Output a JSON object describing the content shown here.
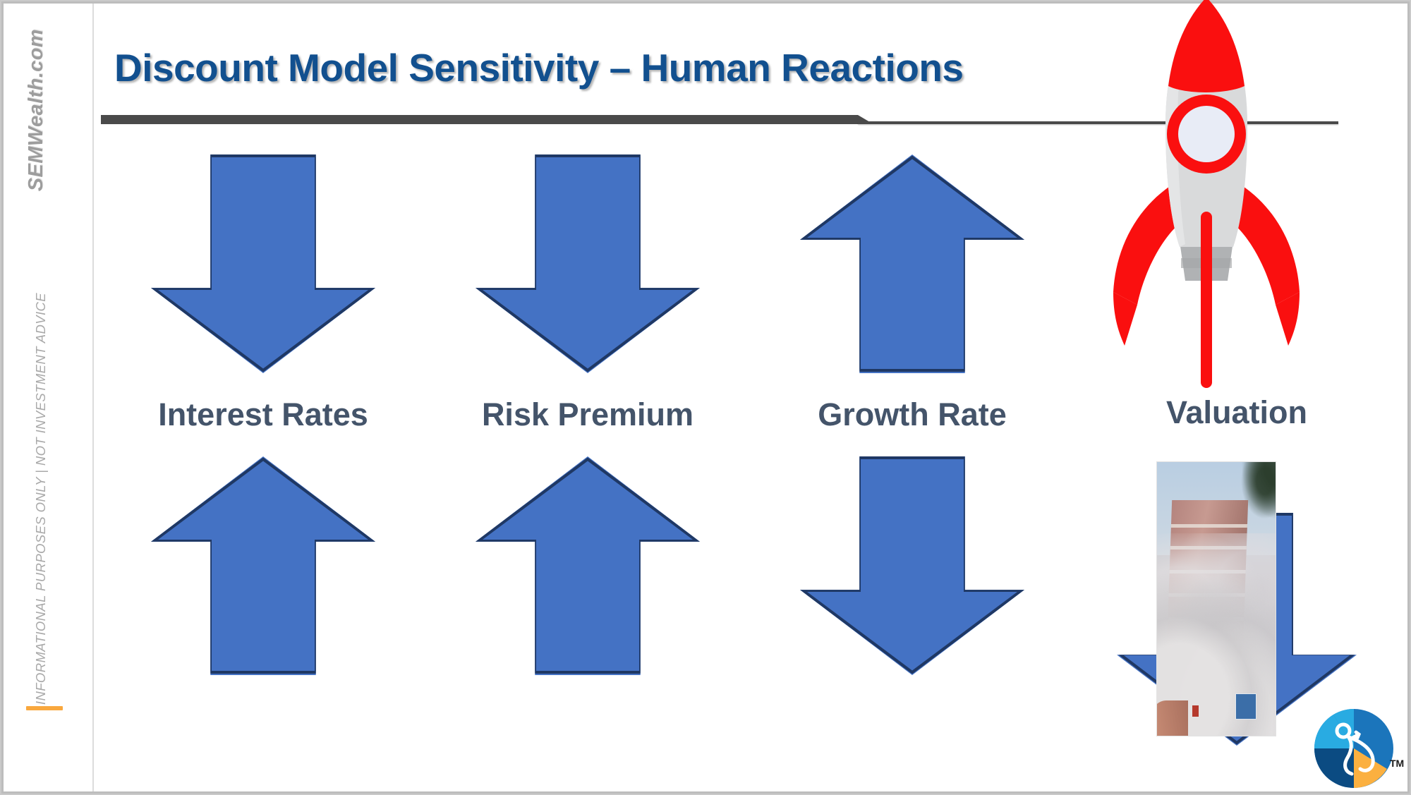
{
  "slide": {
    "title": "Discount Model Sensitivity – Human Reactions",
    "brand": "SEMWealth.com",
    "disclaimer": "INFORMATIONAL PURPOSES ONLY | NOT INVESTMENT ADVICE",
    "trademark": "TM"
  },
  "colors": {
    "title": "#12508f",
    "arrow_fill": "#4472c4",
    "arrow_outline": "#1f3864",
    "label": "#44546a",
    "divider": "#4a4a4a",
    "rail_text": "#a6a6a6",
    "accent_dash": "#f9a83e",
    "rocket_red": "#fa0f0f",
    "rocket_body": "#d9dadb",
    "rocket_window": "#e8ecf6",
    "rocket_nozzle": "#b0b2b4",
    "logo_light_blue": "#29abe2",
    "logo_mid_blue": "#1b75bb",
    "logo_dark_blue": "#0b4b82",
    "logo_navy": "#10416d",
    "logo_orange": "#fbb040"
  },
  "columns": [
    {
      "id": "interest-rates",
      "label": "Interest Rates",
      "top_arrow": "down",
      "bottom_arrow": "up",
      "has_rocket": false,
      "has_photo": false
    },
    {
      "id": "risk-premium",
      "label": "Risk Premium",
      "top_arrow": "down",
      "bottom_arrow": "up",
      "has_rocket": false,
      "has_photo": false
    },
    {
      "id": "growth-rate",
      "label": "Growth Rate",
      "top_arrow": "up",
      "bottom_arrow": "down",
      "has_rocket": false,
      "has_photo": false
    },
    {
      "id": "valuation",
      "label": "Valuation",
      "top_arrow": "rocket",
      "bottom_arrow": "down",
      "has_rocket": true,
      "has_photo": true
    }
  ],
  "icons": {
    "rocket": "rocket-icon",
    "demolition_photo": "building-demolition-photo",
    "logo": "semwealth-logo-icon"
  }
}
